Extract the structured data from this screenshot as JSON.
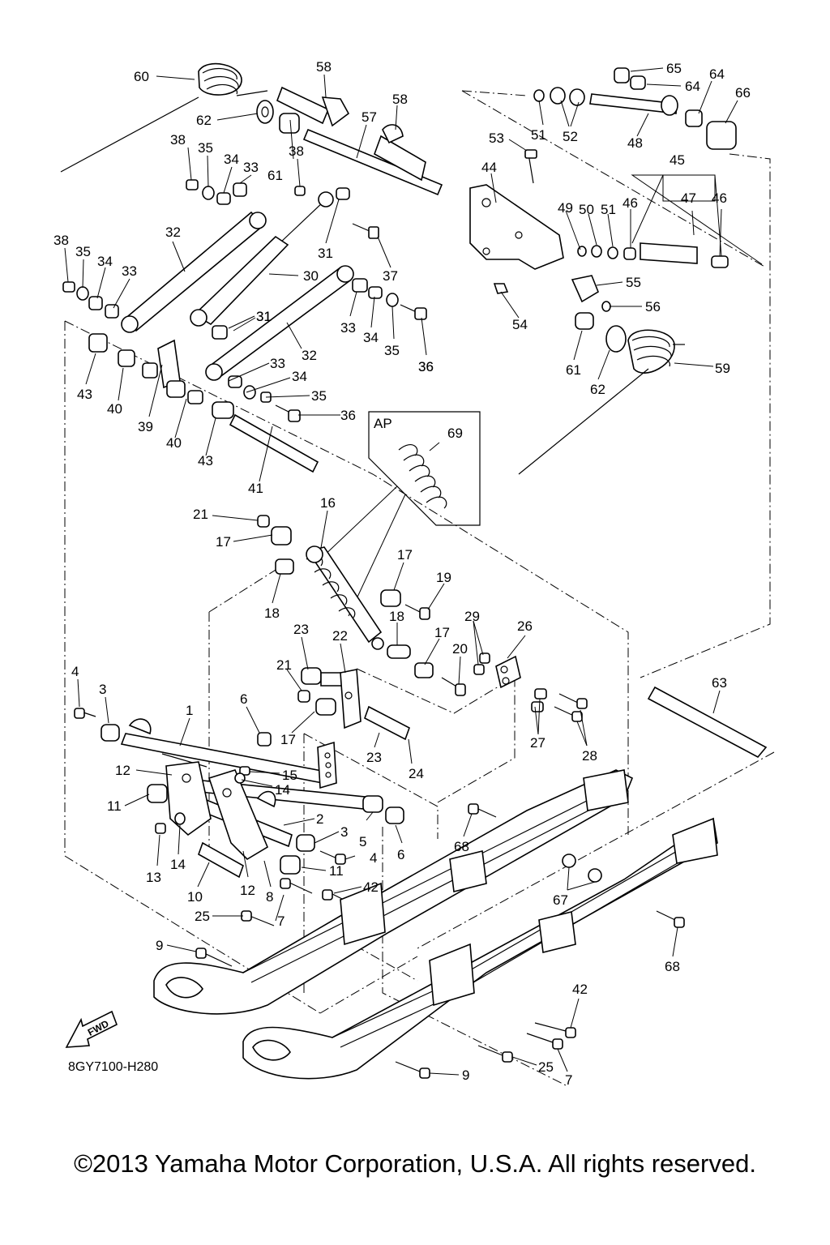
{
  "diagram": {
    "code": "8GY7100-H280",
    "copyright": "©2013 Yamaha Motor Corporation, U.S.A. All rights reserved.",
    "fwd_label": "FWD",
    "assembly_label": "AP",
    "callouts": [
      "60",
      "58",
      "58",
      "65",
      "64",
      "64",
      "66",
      "62",
      "57",
      "51",
      "52",
      "48",
      "38",
      "35",
      "34",
      "33",
      "61",
      "38",
      "53",
      "44",
      "45",
      "38",
      "32",
      "35",
      "34",
      "33",
      "31",
      "49",
      "50",
      "51",
      "46",
      "47",
      "46",
      "30",
      "37",
      "31",
      "55",
      "33",
      "34",
      "35",
      "36",
      "56",
      "54",
      "32",
      "31",
      "43",
      "40",
      "33",
      "34",
      "35",
      "36",
      "39",
      "40",
      "43",
      "36",
      "61",
      "62",
      "59",
      "41",
      "69",
      "16",
      "21",
      "17",
      "17",
      "19",
      "18",
      "18",
      "17",
      "23",
      "22",
      "29",
      "26",
      "20",
      "4",
      "3",
      "21",
      "6",
      "1",
      "17",
      "23",
      "24",
      "63",
      "27",
      "28",
      "12",
      "15",
      "14",
      "11",
      "2",
      "3",
      "68",
      "13",
      "14",
      "5",
      "6",
      "4",
      "10",
      "12",
      "8",
      "11",
      "42",
      "67",
      "25",
      "7",
      "9",
      "68",
      "42",
      "25",
      "7",
      "9"
    ]
  }
}
